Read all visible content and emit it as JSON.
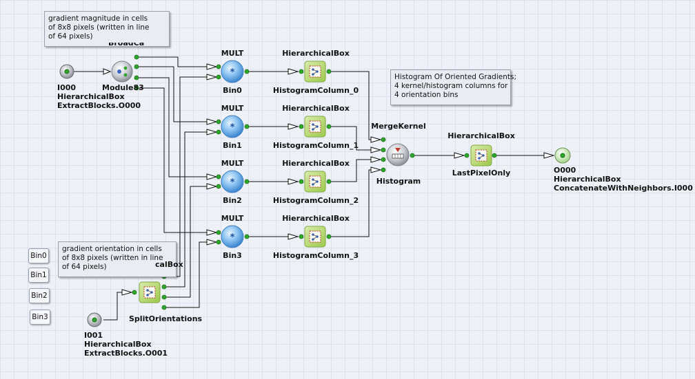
{
  "notes": {
    "magnitude": "gradient magnitude in cells\nof 8x8 pixels (written in line\nof 64 pixels)",
    "orientation": "gradient orientation in cells\nof 8x8 pixels (written in line\nof 64 pixels)",
    "hog": "Histogram Of Oriented Gradients;\n4 kernel/histogram columns for\n4 orientation bins"
  },
  "side_buttons": [
    "Bin0",
    "Bin1",
    "Bin2",
    "Bin3"
  ],
  "inputs": {
    "i000": "I000\nHierarchicalBox\nExtractBlocks.O000",
    "i001": "I001\nHierarchicalBox\nExtractBlocks.O001"
  },
  "output": "O000\nHierarchicalBox\nConcatenateWithNeighbors.I000",
  "module83": {
    "top": "BroadCa",
    "name": "Module83"
  },
  "split": {
    "top": "calBox",
    "name": "SplitOrientations"
  },
  "bins": [
    {
      "type": "MULT",
      "name": "Bin0"
    },
    {
      "type": "MULT",
      "name": "Bin1"
    },
    {
      "type": "MULT",
      "name": "Bin2"
    },
    {
      "type": "MULT",
      "name": "Bin3"
    }
  ],
  "histogram_columns": [
    {
      "type": "HierarchicalBox",
      "name": "HistogramColumn_0"
    },
    {
      "type": "HierarchicalBox",
      "name": "HistogramColumn_1"
    },
    {
      "type": "HierarchicalBox",
      "name": "HistogramColumn_2"
    },
    {
      "type": "HierarchicalBox",
      "name": "HistogramColumn_3"
    }
  ],
  "merge": {
    "type": "MergeKernel",
    "name": "Histogram"
  },
  "last": {
    "type": "HierarchicalBox",
    "name": "LastPixelOnly"
  },
  "colors": {
    "wire": "#111111",
    "port": "#2fa52b",
    "mult": "#6fb4ea",
    "box": "#b9db6d"
  }
}
